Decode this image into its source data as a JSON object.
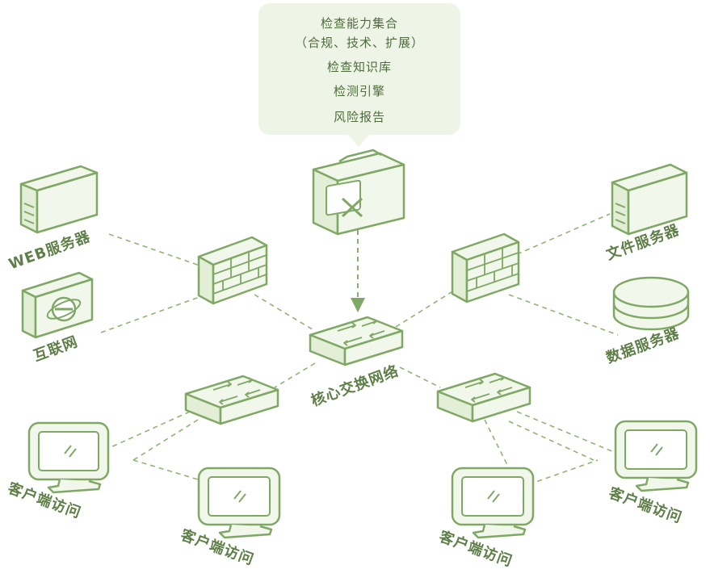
{
  "inspection_box": {
    "lines": [
      "检查能力集合",
      "（合规、技术、扩展）",
      "检查知识库",
      "检测引擎",
      "风险报告"
    ]
  },
  "labels": {
    "web_server": "WEB服务器",
    "internet": "互联网",
    "core_switch": "核心交换网络",
    "file_server": "文件服务器",
    "db_server": "数据服务器",
    "client_1": "客户端访问",
    "client_2": "客户端访问",
    "client_3": "客户端访问",
    "client_4": "客户端访问"
  },
  "colors": {
    "stroke": "#7fa865",
    "face": "#f1f7ea",
    "face_dark": "#e2eed6",
    "label": "#5e7f48",
    "bubble": "#eef5e6"
  }
}
